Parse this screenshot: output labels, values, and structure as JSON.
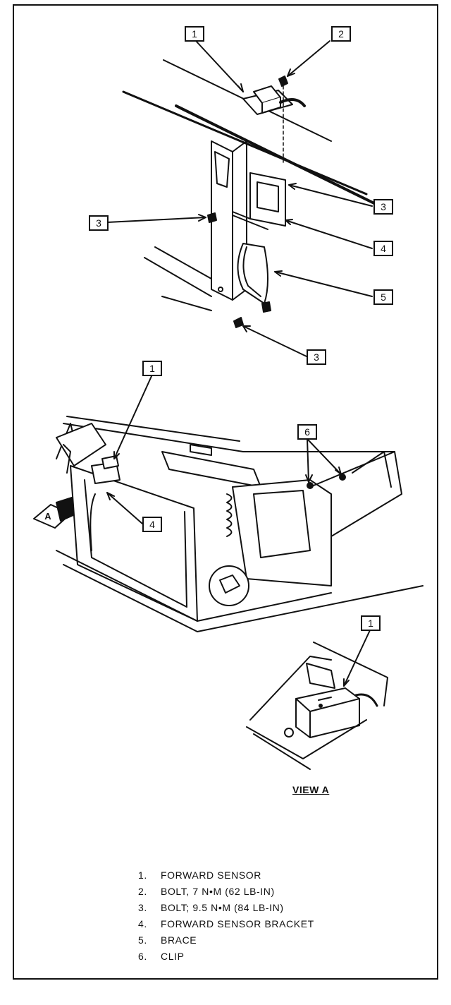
{
  "callouts": {
    "top_1": "1",
    "top_2": "2",
    "top_3_right": "3",
    "top_3_left": "3",
    "top_4": "4",
    "top_5": "5",
    "top_3_bottom": "3",
    "mid_1": "1",
    "mid_6": "6",
    "mid_4": "4",
    "view_1": "1",
    "view_arrow": "A"
  },
  "view_label": "VIEW A",
  "legend": [
    {
      "num": "1.",
      "text": "FORWARD SENSOR"
    },
    {
      "num": "2.",
      "text": "BOLT, 7 N•M (62 LB-IN)"
    },
    {
      "num": "3.",
      "text": "BOLT; 9.5 N•M (84 LB-IN)"
    },
    {
      "num": "4.",
      "text": "FORWARD SENSOR BRACKET"
    },
    {
      "num": "5.",
      "text": "BRACE"
    },
    {
      "num": "6.",
      "text": "CLIP"
    }
  ]
}
